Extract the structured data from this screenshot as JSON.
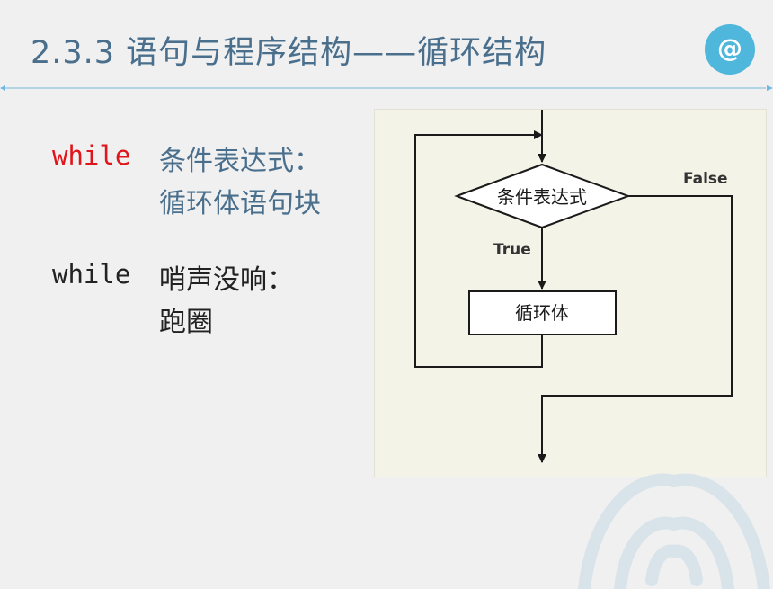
{
  "title": "2.3.3 语句与程序结构——循环结构",
  "badge": "@",
  "syntax": {
    "keyword": "while",
    "condition": "条件表达式：",
    "body": "循环体语句块"
  },
  "example": {
    "keyword": "while",
    "condition": "哨声没响：",
    "body": "跑圈"
  },
  "flowchart": {
    "condition": "条件表达式",
    "body": "循环体",
    "true_label": "True",
    "false_label": "False"
  },
  "colors": {
    "title": "#4a6f8d",
    "accent": "#4fb6dc",
    "keyword": "#e0151b"
  }
}
